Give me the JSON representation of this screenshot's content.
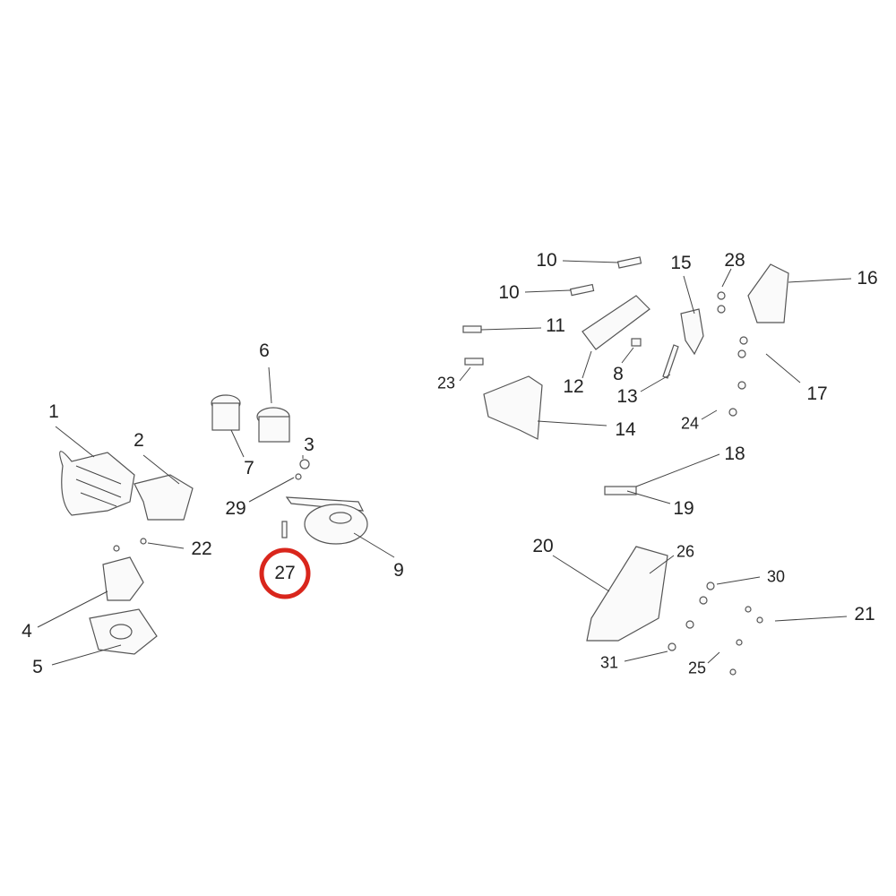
{
  "diagram": {
    "title": "",
    "highlight_color": "#d9261c",
    "highlighted_part": "27",
    "labels": [
      "1",
      "2",
      "3",
      "6",
      "7",
      "29",
      "22",
      "27",
      "9",
      "4",
      "5",
      "10",
      "10",
      "11",
      "23",
      "12",
      "8",
      "13",
      "15",
      "28",
      "16",
      "17",
      "24",
      "14",
      "18",
      "19",
      "20",
      "26",
      "30",
      "21",
      "31",
      "25"
    ]
  }
}
